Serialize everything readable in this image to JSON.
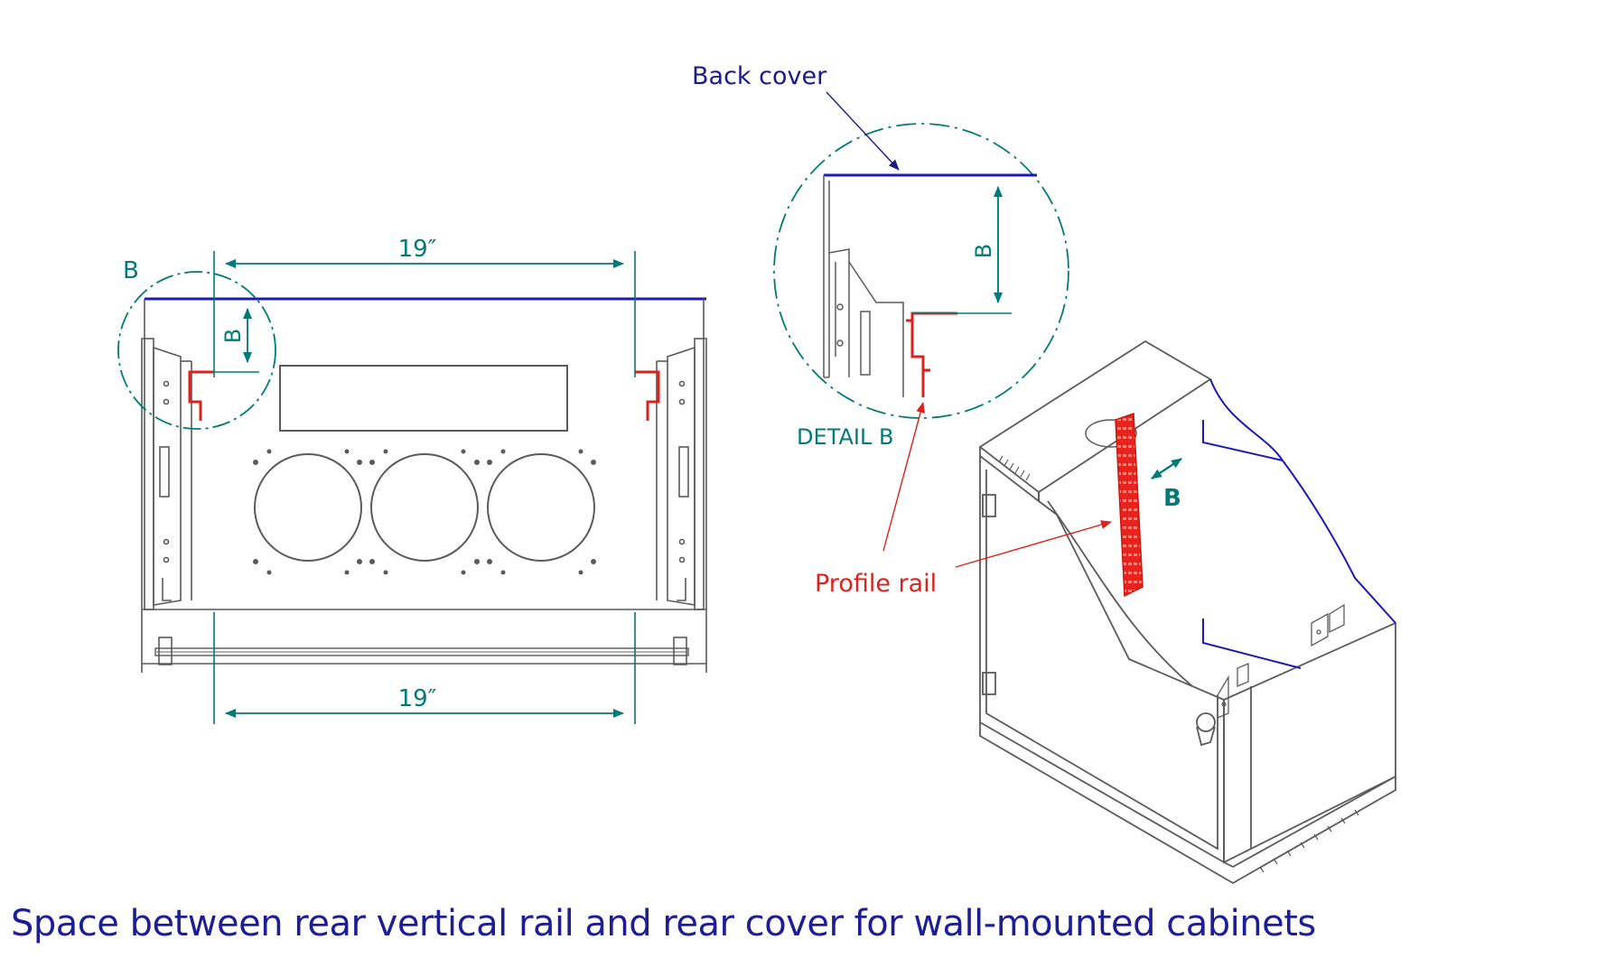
{
  "front_view": {
    "dim_top": "19″",
    "dim_bottom": "19″",
    "detail_marker": "B",
    "dim_b": "B"
  },
  "detail": {
    "back_cover_label": "Back cover",
    "dim_b": "B",
    "title": "DETAIL B"
  },
  "iso_view": {
    "profile_rail_label": "Profile rail",
    "dim_b": "B"
  },
  "caption": "Space between rear vertical rail and rear cover for wall-mounted cabinets",
  "colors": {
    "dimension": "#007a78",
    "back_cover": "#1a1ab4",
    "profile_rail": "#e0201a",
    "outline": "#5a5a5a"
  }
}
